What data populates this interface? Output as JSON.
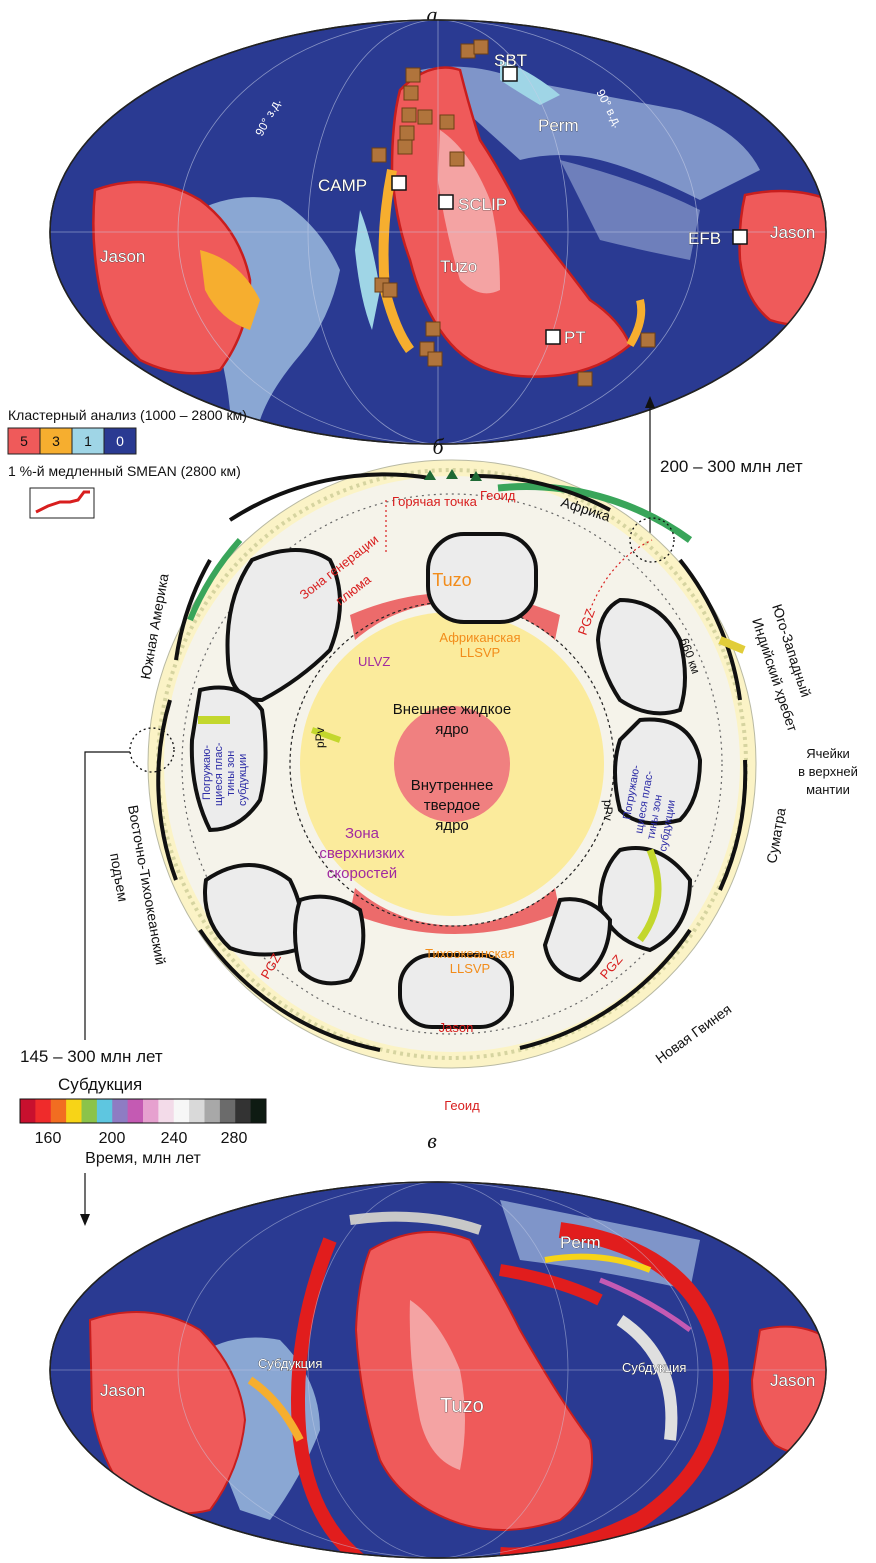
{
  "panels": {
    "a": {
      "title": "а",
      "blobs": [
        "SBT",
        "Perm",
        "CAMP",
        "SCLIP",
        "Tuzo",
        "Jason",
        "Jason",
        "EFB",
        "PT"
      ],
      "lon_left": "90° з.д.",
      "lon_right": "90° в.д."
    },
    "b": {
      "title": "б",
      "geoid_top": "Геоид",
      "geoid_bottom": "Геоид",
      "hotspot": "Горячая точка",
      "africa": "Африка",
      "south_america": "Южная Америка",
      "sw_indian_ridge_1": "Юго-Западный",
      "sw_indian_ridge_2": "Индийский хребет",
      "east_pacific_1": "Восточно-Тихоокеанский",
      "east_pacific_2": "подъем",
      "sumatra": "Суматра",
      "new_guinea": "Новая Гвинея",
      "upper_cells_1": "Ячейки",
      "upper_cells_2": "в верхней",
      "upper_cells_3": "мантии",
      "tuzo": "Tuzo",
      "jason": "Jason",
      "plume_zone_1": "Зона генерации",
      "plume_zone_2": "плюма",
      "pgz": "PGZ",
      "ulvz": "ULVZ",
      "african_llsvp_1": "Африканская",
      "african_llsvp_2": "LLSVP",
      "pacific_llsvp_1": "Тихоокеанская",
      "pacific_llsvp_2": "LLSVP",
      "outer_core_1": "Внешнее жидкое",
      "outer_core_2": "ядро",
      "inner_core_1": "Внутреннее",
      "inner_core_2": "твердое",
      "inner_core_3": "ядро",
      "ultralow_1": "Зона",
      "ultralow_2": "сверхнизких",
      "ultralow_3": "скоростей",
      "depth_660": "660 км",
      "ppv": "pPv",
      "slabs_left_1": "Погружаю-",
      "slabs_left_2": "щиеся плас-",
      "slabs_left_3": "тины зон",
      "slabs_left_4": "субдукции",
      "slabs_right_1": "Погружаю-",
      "slabs_right_2": "щиеся плас-",
      "slabs_right_3": "тины зон",
      "slabs_right_4": "субдукции"
    },
    "c": {
      "title": "в",
      "perm": "Perm",
      "subduction_left": "Субдукция",
      "subduction_right": "Субдукция",
      "tuzo": "Tuzo",
      "jason_left": "Jason",
      "jason_right": "Jason"
    }
  },
  "legend": {
    "cluster_title": "Кластерный анализ (1000 – 2800 км)",
    "cluster_values": [
      "5",
      "3",
      "1",
      "0"
    ],
    "cluster_colors": [
      "#ef5a5a",
      "#f6ae2f",
      "#9fd5e6",
      "#2a3a92"
    ],
    "smean_title": "1 %-й медленный SMEAN (2800 км)"
  },
  "annotations": {
    "time_top": "200 – 300 млн лет",
    "time_bottom_1": "145 – 300 млн лет",
    "time_bottom_2": "Субдукция"
  },
  "colorbar": {
    "ticks": [
      "160",
      "200",
      "240",
      "280"
    ],
    "label": "Время, млн лет",
    "colors": [
      "#c8102e",
      "#ef2b2b",
      "#f26d21",
      "#f7d417",
      "#8bc34a",
      "#5ec6e0",
      "#8e7cc3",
      "#c45ab3",
      "#e6a1cf",
      "#f3dbe9",
      "#f7f7f7",
      "#d9d9d9",
      "#a8a8a8",
      "#6b6b6b",
      "#333333",
      "#0e1b12"
    ]
  }
}
